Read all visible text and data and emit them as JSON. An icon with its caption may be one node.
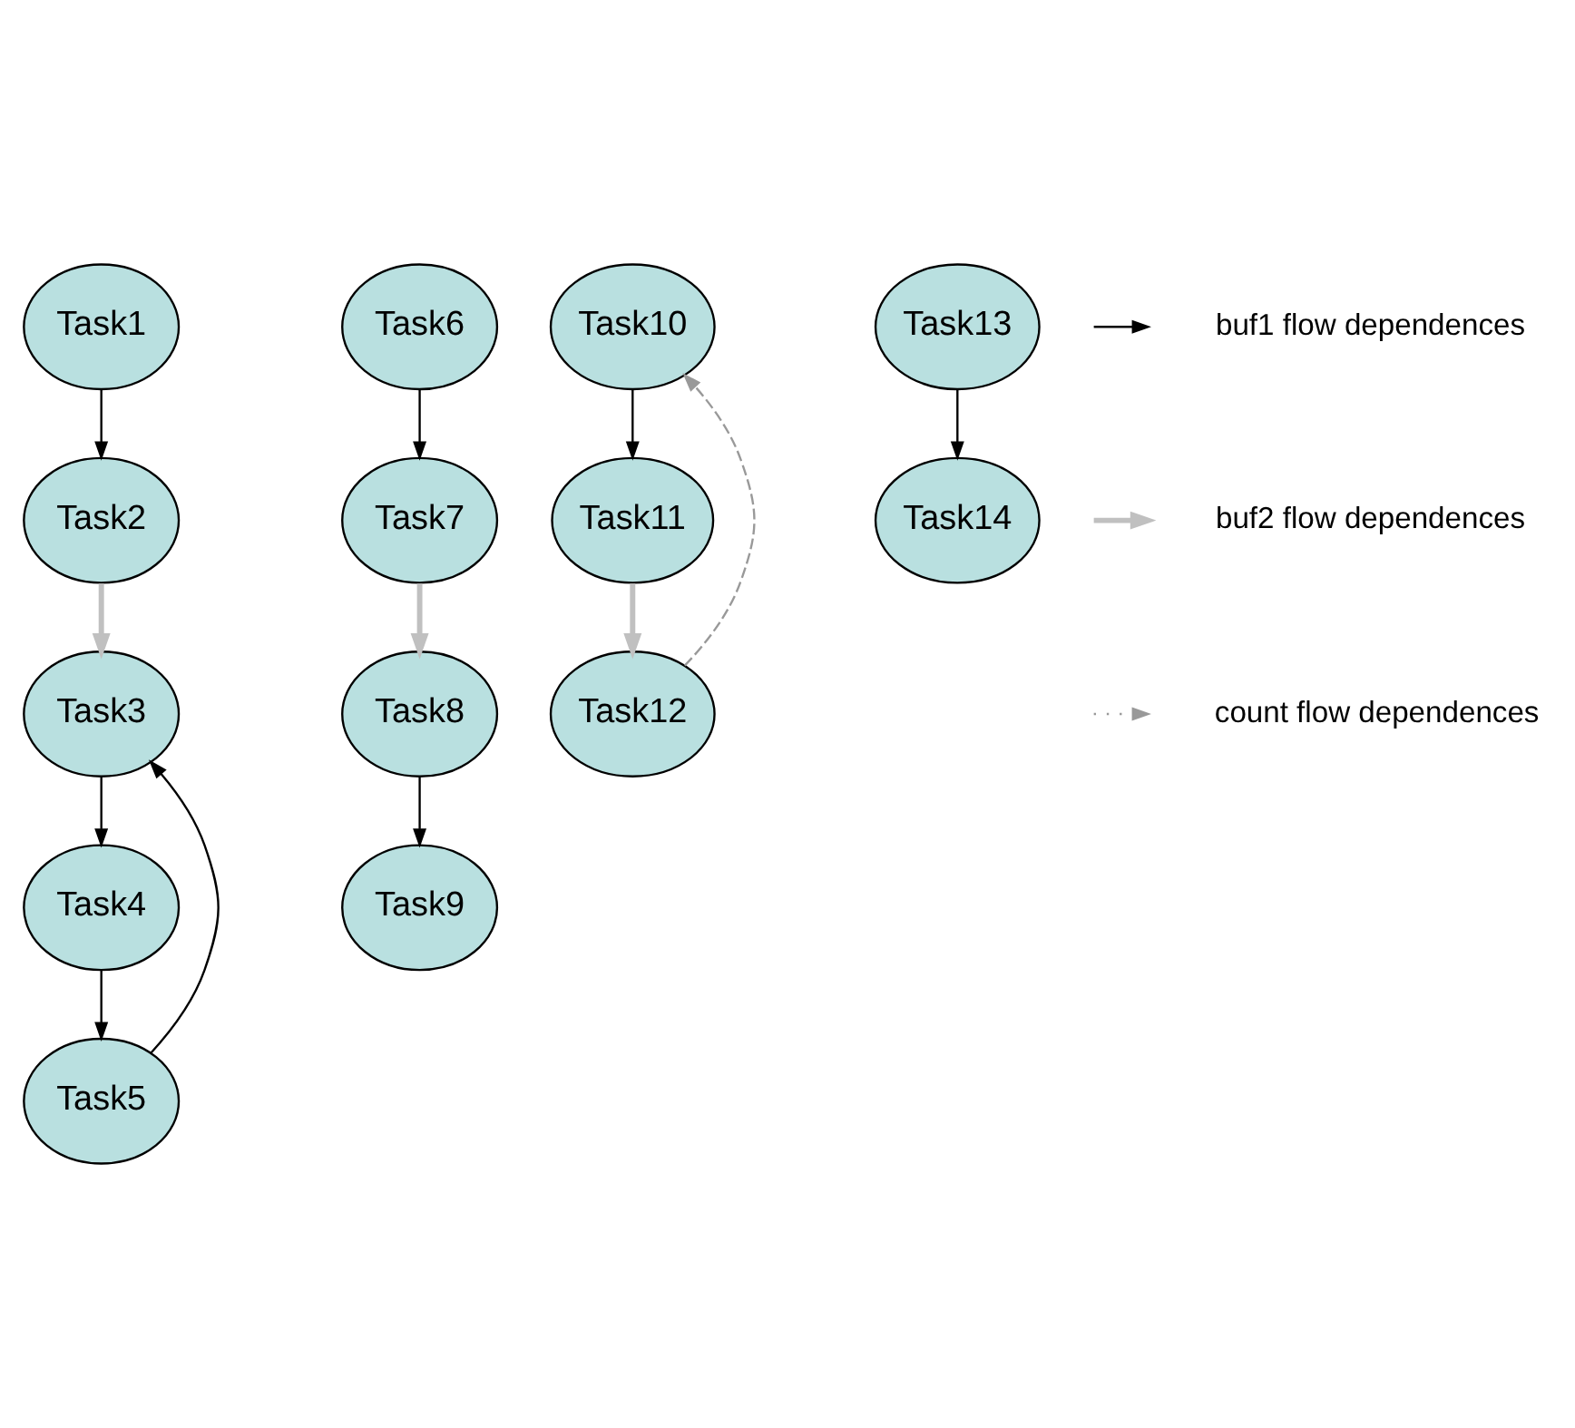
{
  "diagram": {
    "nodes": [
      {
        "text": [
          "Task1"
        ]
      },
      {
        "text": [
          "Task2"
        ]
      },
      {
        "text": [
          "Task3"
        ]
      },
      {
        "text": [
          "Task4"
        ]
      },
      {
        "text": [
          "Task5"
        ]
      },
      {
        "text": [
          "Task6"
        ]
      },
      {
        "text": [
          "Task7"
        ]
      },
      {
        "text": [
          "Task8"
        ]
      },
      {
        "text": [
          "Task9"
        ]
      },
      {
        "text": [
          "Task10"
        ]
      },
      {
        "text": [
          "Task11"
        ]
      },
      {
        "text": [
          "Task12"
        ]
      },
      {
        "text": [
          "Task13"
        ]
      },
      {
        "text": [
          "Task14"
        ]
      }
    ],
    "edges": [
      {
        "from": 0,
        "to": 1,
        "arrow": "to"
      },
      {
        "from": 1,
        "to": 2,
        "arrow": "to",
        "style": "thick",
        "color": "#c0c0c0"
      },
      {
        "from": 2,
        "to": 3,
        "arrow": "to"
      },
      {
        "from": 3,
        "to": 4,
        "arrow": "to"
      },
      {
        "from": 4,
        "to": 2,
        "arrow": "to"
      },
      {
        "from": 5,
        "to": 6,
        "arrow": "to"
      },
      {
        "from": 6,
        "to": 7,
        "arrow": "to",
        "style": "thick",
        "color": "#c0c0c0"
      },
      {
        "from": 7,
        "to": 8,
        "arrow": "to"
      },
      {
        "from": 9,
        "to": 10,
        "arrow": "to"
      },
      {
        "from": 10,
        "to": 11,
        "arrow": "to",
        "style": "thick",
        "color": "#c0c0c0"
      },
      {
        "from": 11,
        "to": 9,
        "arrow": "to",
        "style": "dashed",
        "color": "#999999"
      },
      {
        "from": 12,
        "to": 13,
        "arrow": "to"
      }
    ],
    "legend": [
      {
        "text": "buf1 flow dependences"
      },
      {
        "text": "buf2 flow dependences"
      },
      {
        "text": "count flow dependences"
      }
    ]
  }
}
